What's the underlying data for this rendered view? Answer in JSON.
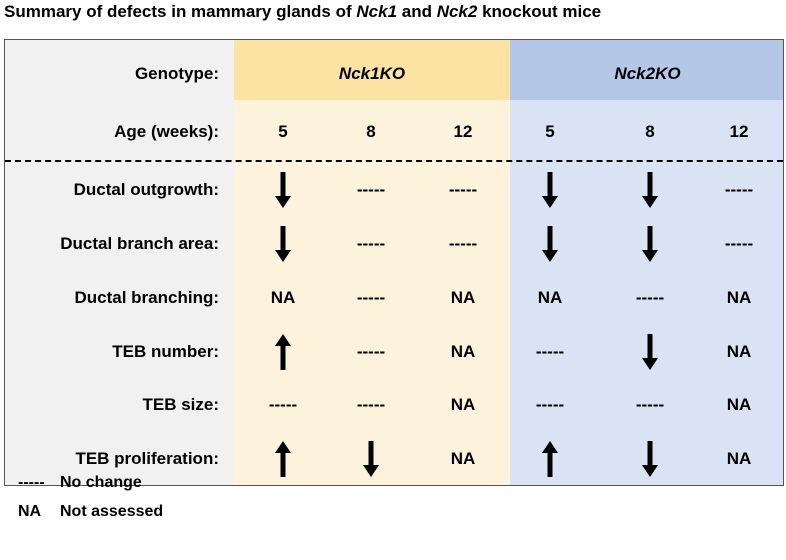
{
  "title": {
    "part1": "Summary of defects in mammary glands of ",
    "gene1": "Nck1",
    "part2": " and ",
    "gene2": "Nck2",
    "part3": " knockout mice"
  },
  "header": {
    "genotype_label": "Genotype:",
    "age_label": "Age (weeks):",
    "groups": [
      "Nck1KO",
      "Nck2KO"
    ],
    "ages": [
      "5",
      "8",
      "12",
      "5",
      "8",
      "12"
    ]
  },
  "rows": [
    {
      "label": "Ductal outgrowth:",
      "values": [
        "down",
        "-----",
        "-----",
        "down",
        "down",
        "-----"
      ]
    },
    {
      "label": "Ductal branch area:",
      "values": [
        "down",
        "-----",
        "-----",
        "down",
        "down",
        "-----"
      ]
    },
    {
      "label": "Ductal branching:",
      "values": [
        "NA",
        "-----",
        "NA",
        "NA",
        "-----",
        "NA"
      ]
    },
    {
      "label": "TEB number:",
      "values": [
        "up",
        "-----",
        "NA",
        "-----",
        "down",
        "NA"
      ]
    },
    {
      "label": "TEB size:",
      "values": [
        "-----",
        "-----",
        "NA",
        "-----",
        "-----",
        "NA"
      ]
    },
    {
      "label": "TEB proliferation:",
      "values": [
        "up",
        "down",
        "NA",
        "up",
        "down",
        "NA"
      ]
    }
  ],
  "legend": [
    {
      "key": "-----",
      "text": "No change"
    },
    {
      "key": "NA",
      "text": "Not assessed"
    }
  ],
  "icons": {
    "up": "arrow-up-icon",
    "down": "arrow-down-icon"
  },
  "colors": {
    "nck1_header": "#fbe3a4",
    "nck1_body": "#fdf3dc",
    "nck2_header": "#b4c7e7",
    "nck2_body": "#dae3f3",
    "label_column": "#f1f1f1"
  }
}
